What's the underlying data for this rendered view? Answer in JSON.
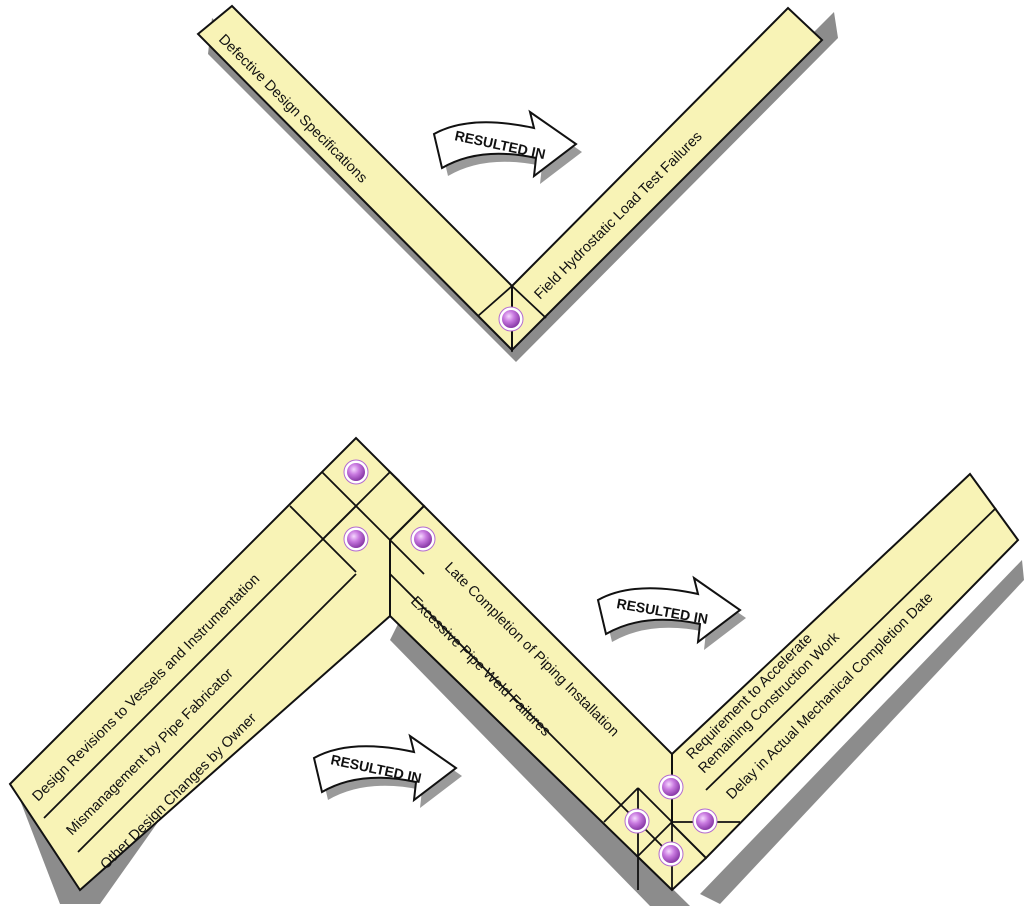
{
  "colors": {
    "bar_fill": "#f8f3b6",
    "outline": "#111111",
    "shadow": "#8c8c8c",
    "dot": "#c06ad8"
  },
  "arrows": {
    "label": "RESULTED IN"
  },
  "top": {
    "cause": "Defective Design Specifications",
    "effect": "Field Hydrostatic Load Test Failures"
  },
  "bottom": {
    "causes": [
      "Design Revisions to Vessels and Instrumentation",
      "Mismanagement by Pipe Fabricator",
      "Other Design Changes by Owner"
    ],
    "middle": [
      "Late Completion of Piping Installation",
      "Excessive Pipe Weld Failures"
    ],
    "effects": [
      "Requirement to Accelerate",
      "Remaining Construction Work",
      "Delay in Actual Mechanical Completion Date"
    ]
  }
}
